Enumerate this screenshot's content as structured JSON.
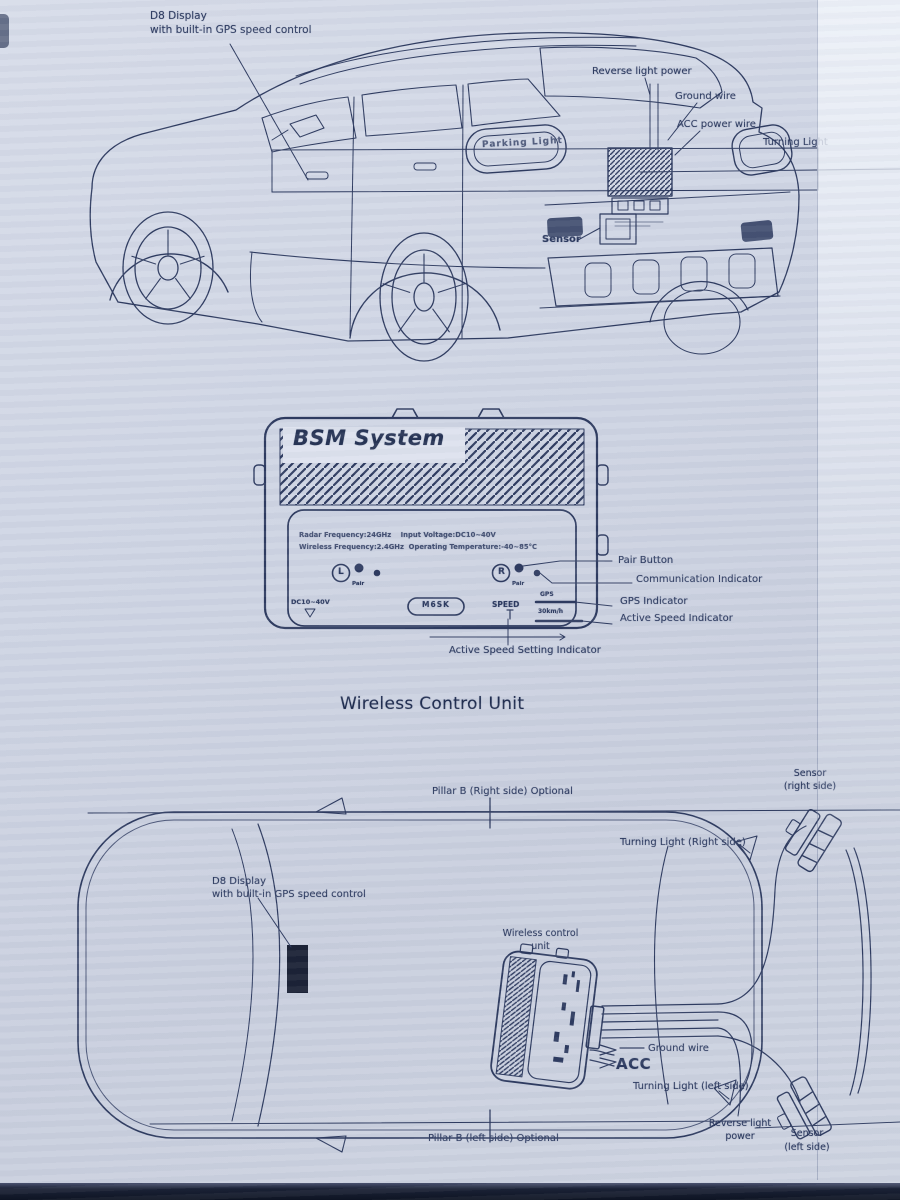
{
  "rear_view": {
    "labels": {
      "d8_line1": "D8 Display",
      "d8_line2": "with built-in GPS speed control",
      "reverse": "Reverse light power",
      "ground": "Ground wire",
      "acc": "ACC power wire",
      "turning": "Turning Light",
      "parking": "Parking Light",
      "sensor": "Sensor"
    }
  },
  "unit": {
    "brand": "BSM System",
    "spec1": "Radar Frequency:24GHz    Input Voltage:DC10~40V",
    "spec2": "Wireless Frequency:2.4GHz  Operating Temperature:-40~85°C",
    "dial_left": "L",
    "dial_right": "R",
    "pair_left": "Pair",
    "pair_right": "Pair",
    "voltage": "DC10~40V",
    "button": "M6SK",
    "speed": "SPEED",
    "gps_small": "GPS",
    "kmh_small": "30km/h",
    "callout_pair": "Pair Button",
    "callout_comm": "Communication Indicator",
    "callout_gps": "GPS Indicator",
    "callout_active": "Active Speed Indicator",
    "callout_setting": "Active Speed Setting Indicator",
    "section_title": "Wireless Control Unit"
  },
  "top_view": {
    "labels": {
      "pillar_right": "Pillar B (Right side) Optional",
      "sensor_right_1": "Sensor",
      "sensor_right_2": "(right side)",
      "turning_right": "Turning Light (Right side)",
      "d8_line1": "D8 Display",
      "d8_line2": "with built-in GPS speed control",
      "wcu_1": "Wireless control",
      "wcu_2": "unit",
      "ground": "Ground wire",
      "acc": "ACC",
      "turning_left": "Turning Light (left side)",
      "pillar_left": "Pillar B (left side) Optional",
      "reverse_1": "Reverse light",
      "reverse_2": "power",
      "sensor_left_1": "Sensor",
      "sensor_left_2": "(left side)"
    }
  },
  "colors": {
    "paper": "#ced4e2",
    "ink": "#2e3b60",
    "photo_dark": "#0d1322"
  }
}
